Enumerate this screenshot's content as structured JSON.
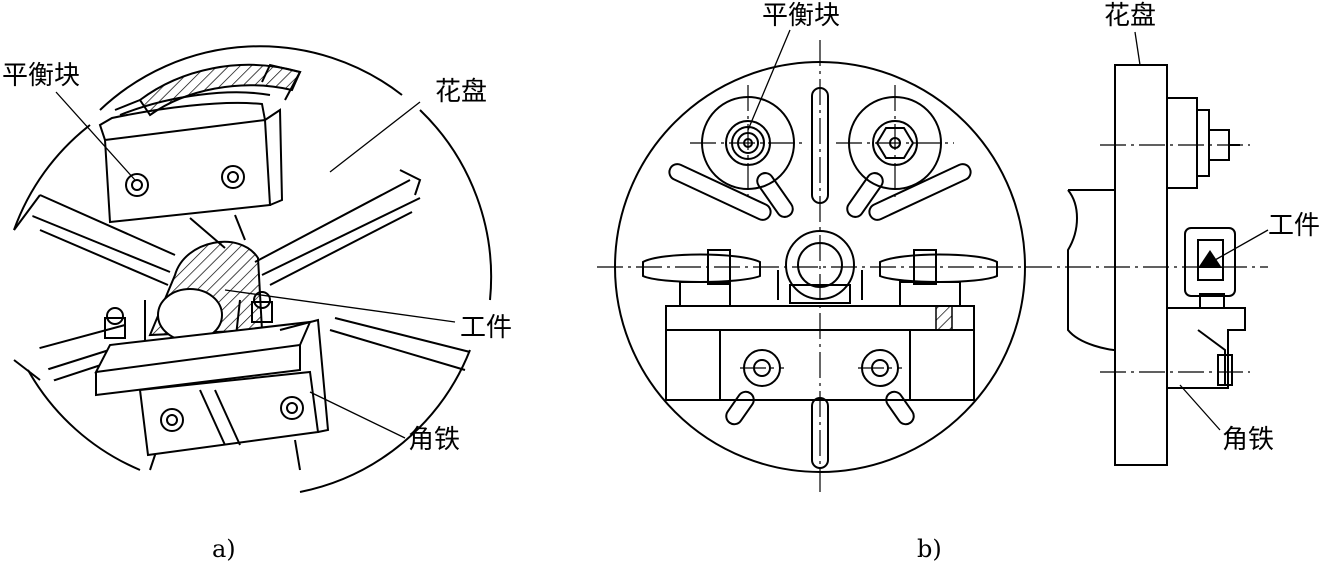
{
  "figure_a": {
    "labels": {
      "balance_weight": "平衡块",
      "faceplate": "花盘",
      "workpiece": "工件",
      "angle_plate": "角铁"
    },
    "caption": "a)"
  },
  "figure_b": {
    "labels": {
      "balance_weight": "平衡块",
      "faceplate": "花盘",
      "workpiece": "工件",
      "angle_plate": "角铁"
    },
    "caption": "b)"
  }
}
